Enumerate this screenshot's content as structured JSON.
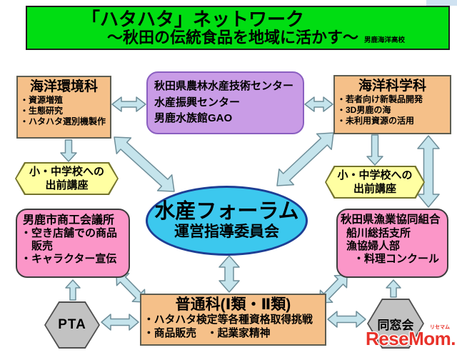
{
  "banner": {
    "title": "「ハタハタ」ネットワーク",
    "subtitle": "～秋田の伝統食品を地域に活かす～",
    "credit": "男鹿海洋高校"
  },
  "nodes": {
    "marine_env": {
      "title": "海洋環境科",
      "items": [
        "・資源増殖",
        "・生態研究",
        "・ハタハタ選別機製作"
      ]
    },
    "tech_center": {
      "lines": [
        "秋田県農林水産技術センター",
        "水産振興センター",
        "男鹿水族館GAO"
      ]
    },
    "marine_sci": {
      "title": "海洋科学科",
      "items": [
        "・若者向け新製品開発",
        "・3D男鹿の海",
        "・未利用資源の活用"
      ]
    },
    "outreach_left": {
      "lines": [
        "小・中学校への",
        "出前講座"
      ]
    },
    "outreach_right": {
      "lines": [
        "小・中学校への",
        "出前講座"
      ]
    },
    "forum": {
      "title": "水産フォーラム",
      "subtitle": "運営指導委員会"
    },
    "chamber": {
      "title": "男鹿市商工会議所",
      "items": [
        "・空き店舗での商品",
        "販売",
        "・キャラクター宣伝"
      ]
    },
    "fishery": {
      "title": "秋田県漁業協同組合",
      "items": [
        "船川総括支所",
        "漁協婦人部",
        "・料理コンクール"
      ]
    },
    "general": {
      "title": "普通科(Ⅰ類・Ⅱ類)",
      "items": [
        "・ハタハタ検定等各種資格取得挑戦",
        "・商品販売　・起業家精神"
      ]
    },
    "pta": {
      "label": "PTA"
    },
    "alumni": {
      "label": "同窓会"
    }
  },
  "edges": [
    {
      "from": "marine-env",
      "to": "tech-center",
      "double": true
    },
    {
      "from": "tech-center",
      "to": "marine-sci",
      "double": true
    },
    {
      "from": "marine-env",
      "to": "outreach-left",
      "double": false
    },
    {
      "from": "marine-sci",
      "to": "outreach-right",
      "double": false
    },
    {
      "from": "marine-sci",
      "to": "fishery",
      "double": true
    },
    {
      "from": "marine-env",
      "to": "forum",
      "double": true
    },
    {
      "from": "marine-sci",
      "to": "forum",
      "double": true
    },
    {
      "from": "forum",
      "to": "general",
      "double": true
    },
    {
      "from": "chamber",
      "to": "general",
      "double": true
    },
    {
      "from": "fishery",
      "to": "general",
      "double": true
    },
    {
      "from": "pta",
      "to": "general",
      "double": true
    },
    {
      "from": "general",
      "to": "alumni",
      "double": true
    },
    {
      "from": "pta",
      "to": "chamber",
      "double": false
    },
    {
      "from": "alumni",
      "to": "fishery",
      "double": false
    }
  ],
  "watermark": {
    "text": "ReseMom.",
    "ruby": "リセマム"
  },
  "colors": {
    "banner": "#00dd12",
    "dept": "#f5c089",
    "org": "#c99ce6",
    "outreach": "#ffffa2",
    "forum": "#3cc8ee",
    "partner": "#fb96c8",
    "support": "#c2c2c2",
    "arrow": "#c5e4ec",
    "watermark": "#e8322a"
  }
}
